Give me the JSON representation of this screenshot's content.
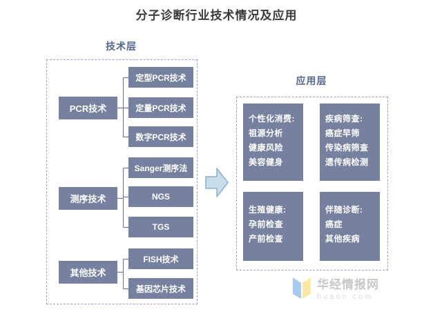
{
  "title": "分子诊断行业技术情况及应用",
  "tech_layer": {
    "label": "技术层",
    "groups": [
      {
        "parent": "PCR技术",
        "children": [
          "定型PCR技术",
          "定量PCR技术",
          "数字PCR技术"
        ]
      },
      {
        "parent": "测序技术",
        "children": [
          "Sanger测序法",
          "NGS",
          "TGS"
        ]
      },
      {
        "parent": "其他技术",
        "children": [
          "FISH技术",
          "基因芯片技术"
        ]
      }
    ]
  },
  "app_layer": {
    "label": "应用层",
    "boxes": [
      {
        "title": "个性化消费:",
        "lines": [
          "祖源分析",
          "健康风险",
          "美容健身"
        ]
      },
      {
        "title": "疾病筛查:",
        "lines": [
          "癌症早筛",
          "传染病筛查",
          "遗传病检测"
        ]
      },
      {
        "title": "生殖健康:",
        "lines": [
          "孕前检查",
          "产前检查"
        ]
      },
      {
        "title": "伴随诊断:",
        "lines": [
          "癌症",
          "其他疾病"
        ]
      }
    ]
  },
  "watermark": {
    "name": "华经情报网",
    "domain": "huaon.com"
  },
  "icons": [
    "right-arrow-icon",
    "huajing-logo-icon"
  ],
  "colors": {
    "box_fill": "#75819F",
    "dashed_border": "#94A3C2",
    "layer_label": "#56678F",
    "connector": "#707C9B",
    "arrow_fill": "#C8DDE9",
    "arrow_border": "#8AAFC9",
    "title_text": "#3A3A3A",
    "watermark_text": "#C7C7C7",
    "logo_blue": "#A9C9EE",
    "logo_yellow": "#FAE9A6"
  }
}
